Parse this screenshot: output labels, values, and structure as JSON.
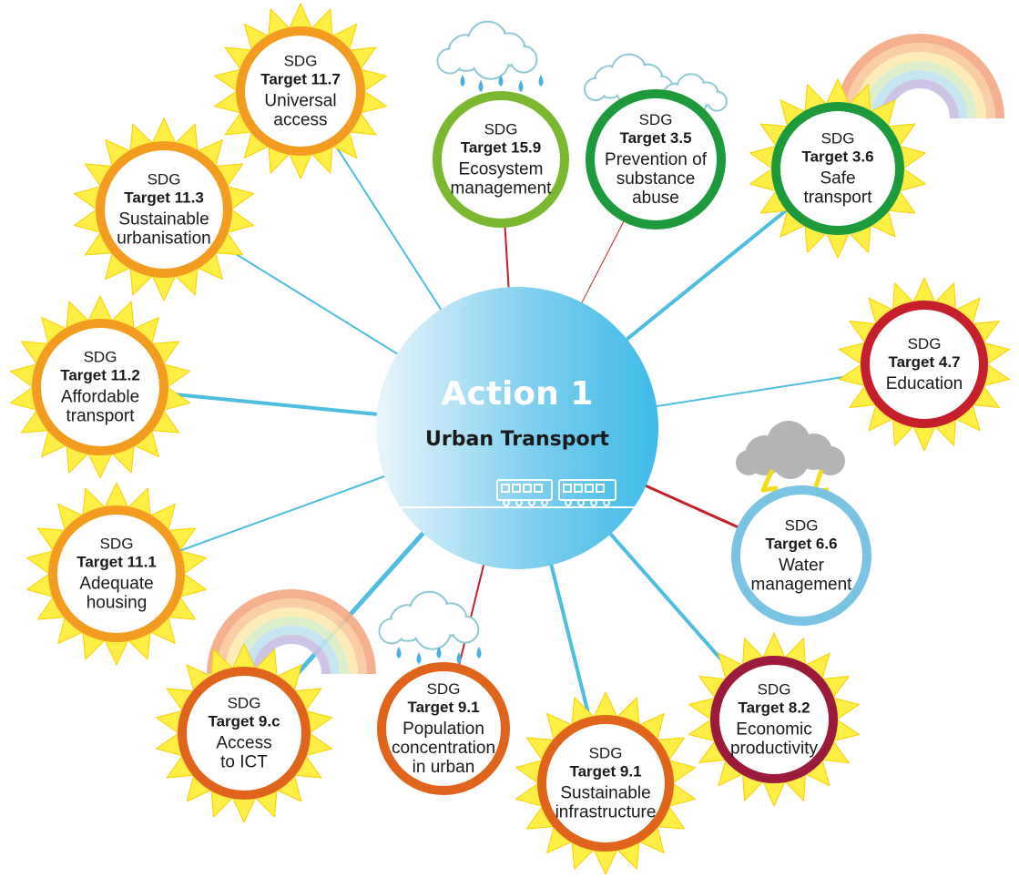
{
  "hub": {
    "title": "Action 1",
    "subtitle": "Urban Transport",
    "gradient": [
      "#eaf6fb",
      "#3dbbe8"
    ]
  },
  "colors": {
    "sun_rays": "#ffee44",
    "sun_ray_stroke": "#f5d000",
    "line_blue": "#4dbde0",
    "line_red": "#c4202a",
    "cloud_fill": "#ffffff",
    "cloud_stroke": "#8fc9d4",
    "storm_cloud": "#b4b4b4",
    "lightning": "#f3dd1a",
    "raindrop": "#4ab0e0"
  },
  "nodes": [
    {
      "id": "t11-7",
      "sdg": "SDG",
      "target": "Target 11.7",
      "label": [
        "Universal",
        "access"
      ],
      "ring": "#f39c1f",
      "weather": "sun",
      "line": "blue"
    },
    {
      "id": "t15-9",
      "sdg": "SDG",
      "target": "Target 15.9",
      "label": [
        "Ecosystem",
        "management"
      ],
      "ring": "#7ab830",
      "weather": "rain",
      "line": "red"
    },
    {
      "id": "t3-5",
      "sdg": "SDG",
      "target": "Target 3.5",
      "label": [
        "Prevention of",
        "substance",
        "abuse"
      ],
      "ring": "#1d9a3c",
      "weather": "cloud",
      "line": "red"
    },
    {
      "id": "t3-6",
      "sdg": "SDG",
      "target": "Target 3.6",
      "label": [
        "Safe",
        "transport"
      ],
      "ring": "#1d9a3c",
      "weather": "sun-rainbow",
      "line": "blue"
    },
    {
      "id": "t4-7",
      "sdg": "SDG",
      "target": "Target 4.7",
      "label": [
        "Education"
      ],
      "ring": "#c51f2c",
      "weather": "sun",
      "line": "blue"
    },
    {
      "id": "t6-6",
      "sdg": "SDG",
      "target": "Target 6.6",
      "label": [
        "Water",
        "management"
      ],
      "ring": "#79c3e3",
      "weather": "storm",
      "line": "red"
    },
    {
      "id": "t8-2",
      "sdg": "SDG",
      "target": "Target 8.2",
      "label": [
        "Economic",
        "productivity"
      ],
      "ring": "#9c1b3c",
      "weather": "sun",
      "line": "blue"
    },
    {
      "id": "t9-1-infra",
      "sdg": "SDG",
      "target": "Target 9.1",
      "label": [
        "Sustainable",
        "infrastructure"
      ],
      "ring": "#e0641c",
      "weather": "sun",
      "line": "blue"
    },
    {
      "id": "t9-1-pop",
      "sdg": "SDG",
      "target": "Target 9.1",
      "label": [
        "Population",
        "concentration",
        "in urban"
      ],
      "ring": "#e0641c",
      "weather": "rain",
      "line": "red"
    },
    {
      "id": "t9-c",
      "sdg": "SDG",
      "target": "Target 9.c",
      "label": [
        "Access",
        "to ICT"
      ],
      "ring": "#e0641c",
      "weather": "sun-rainbow",
      "line": "blue"
    },
    {
      "id": "t11-1",
      "sdg": "SDG",
      "target": "Target 11.1",
      "label": [
        "Adequate",
        "housing"
      ],
      "ring": "#f39c1f",
      "weather": "sun",
      "line": "blue"
    },
    {
      "id": "t11-2",
      "sdg": "SDG",
      "target": "Target 11.2",
      "label": [
        "Affordable",
        "transport"
      ],
      "ring": "#f39c1f",
      "weather": "sun",
      "line": "blue"
    },
    {
      "id": "t11-3",
      "sdg": "SDG",
      "target": "Target 11.3",
      "label": [
        "Sustainable",
        "urbanisation"
      ],
      "ring": "#f39c1f",
      "weather": "sun",
      "line": "blue"
    }
  ]
}
